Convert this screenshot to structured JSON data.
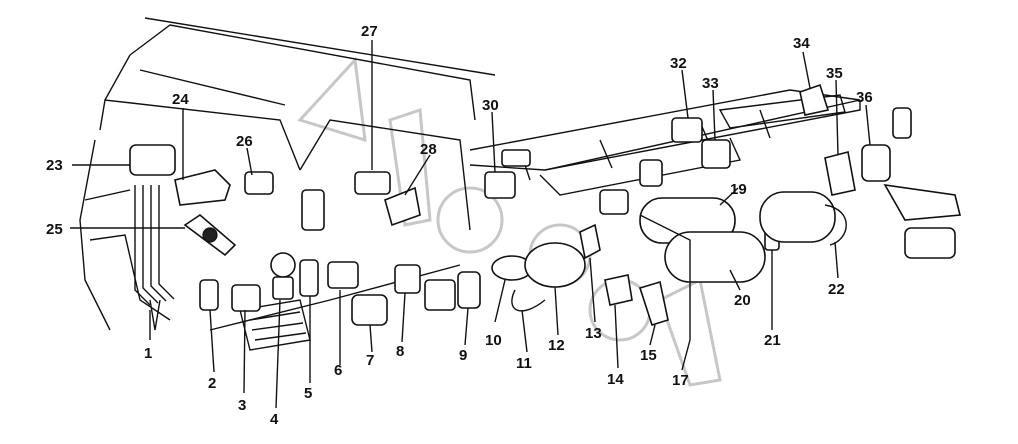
{
  "diagram": {
    "part_labels": [
      "1",
      "2",
      "3",
      "4",
      "5",
      "6",
      "7",
      "8",
      "9",
      "10",
      "11",
      "12",
      "13",
      "14",
      "15",
      "17",
      "19",
      "20",
      "21",
      "22",
      "23",
      "24",
      "25",
      "26",
      "27",
      "28",
      "30",
      "32",
      "33",
      "34",
      "35",
      "36"
    ]
  },
  "watermark": {
    "text": "Autosoft"
  }
}
